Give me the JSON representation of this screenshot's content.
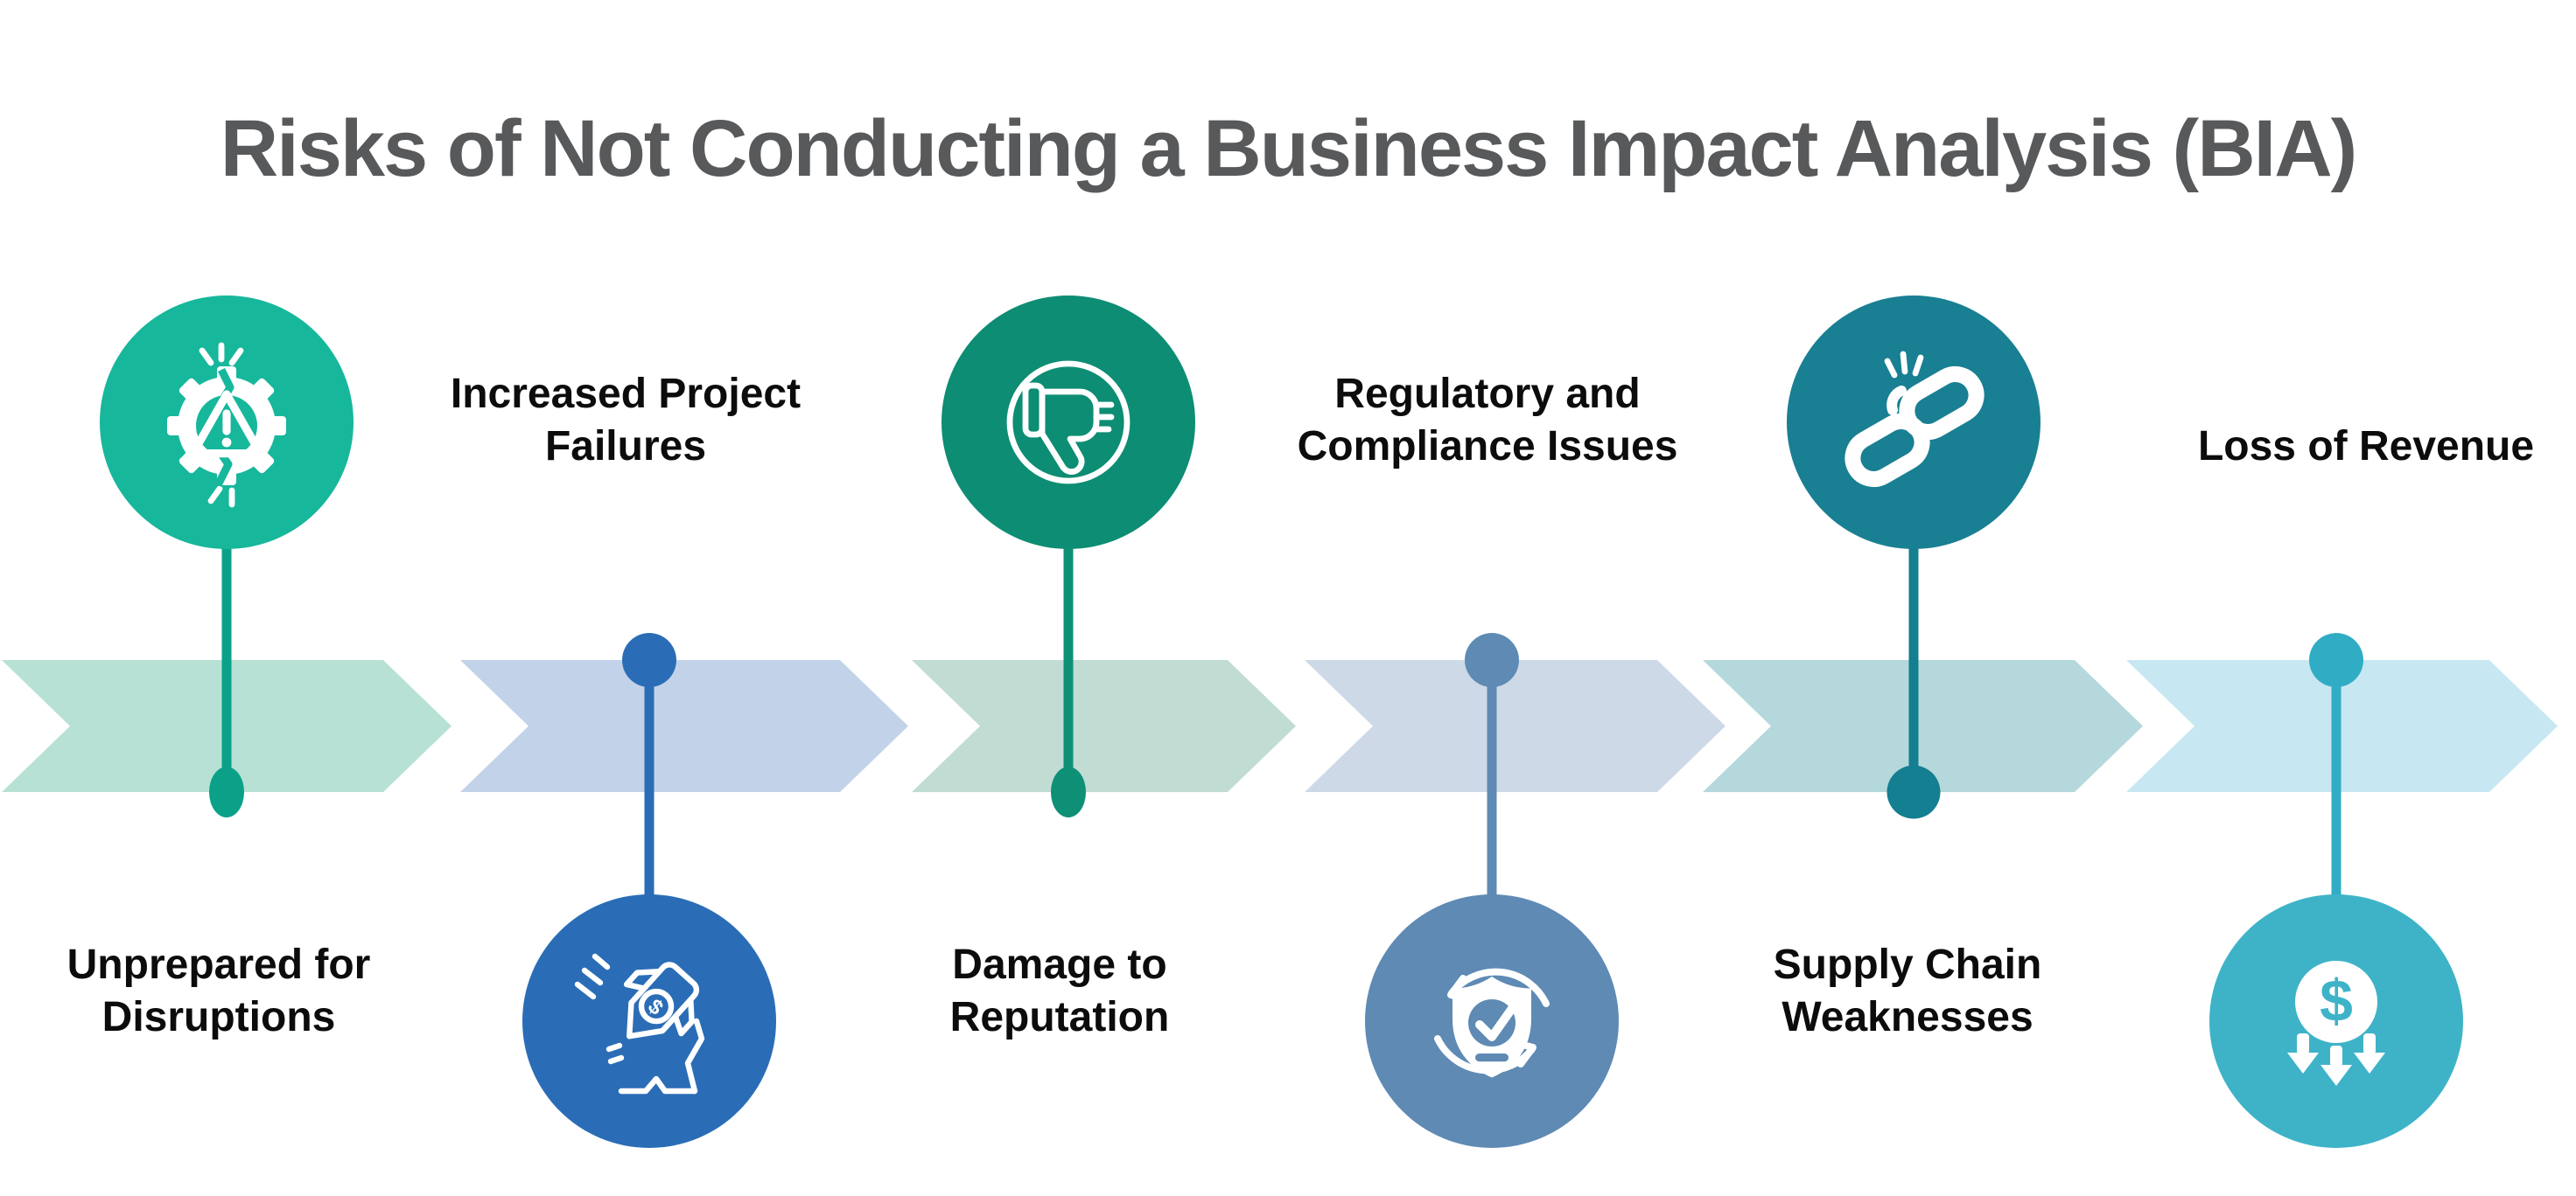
{
  "title": {
    "text": "Risks of Not Conducting a Business Impact Analysis (BIA)",
    "color": "#58595b"
  },
  "items": [
    {
      "label": "Unprepared for\nDisruptions",
      "icon": "broken-gear-warning-icon",
      "label_position": "below",
      "circle_color": "#17b79c",
      "connector_color": "#0ba189",
      "chevron_color": "#b7e1d5"
    },
    {
      "label": "Increased Project\nFailures",
      "icon": "crashing-rocket-icon",
      "label_position": "above",
      "circle_color": "#2a6db6",
      "connector_color": "#2a6db6",
      "chevron_color": "#c2d3e9"
    },
    {
      "label": "Damage to\nReputation",
      "icon": "thumbs-down-icon",
      "label_position": "below",
      "circle_color": "#0d8d73",
      "connector_color": "#0e9077",
      "chevron_color": "#c1dcd3"
    },
    {
      "label": "Regulatory and\nCompliance Issues",
      "icon": "shield-check-refresh-icon",
      "label_position": "above",
      "circle_color": "#5e8ab4",
      "connector_color": "#5e8ab4",
      "chevron_color": "#cdd9e7"
    },
    {
      "label": "Supply Chain\nWeaknesses",
      "icon": "broken-chain-icon",
      "label_position": "below",
      "circle_color": "#197f93",
      "connector_color": "#137f90",
      "chevron_color": "#b4d8db"
    },
    {
      "label": "Loss of Revenue",
      "icon": "money-loss-down-arrows-icon",
      "label_position": "above",
      "circle_color": "#3eb3c8",
      "connector_color": "#30adc4",
      "chevron_color": "#c7e8f2"
    }
  ]
}
